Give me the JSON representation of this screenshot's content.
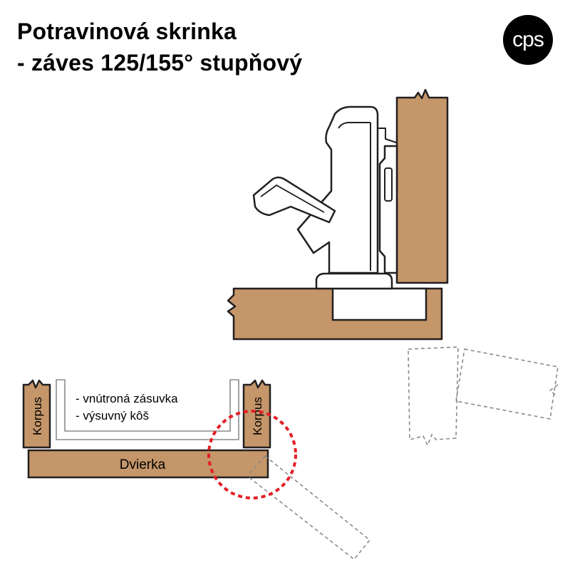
{
  "title": {
    "line1": "Potravinová skrinka",
    "line2": "- záves 125/155° stupňový"
  },
  "logo": {
    "text": "cps"
  },
  "labels": {
    "left_body": "Korpus",
    "right_body": "Korpus",
    "door": "Dvierka",
    "note1": "- vnútroná zásuvka",
    "note2": "- výsuvný kôš"
  },
  "colors": {
    "wood": "#c49669",
    "outline": "#231f20",
    "highlight_circle": "#e41e26",
    "ghost": "#8a8a8a"
  }
}
